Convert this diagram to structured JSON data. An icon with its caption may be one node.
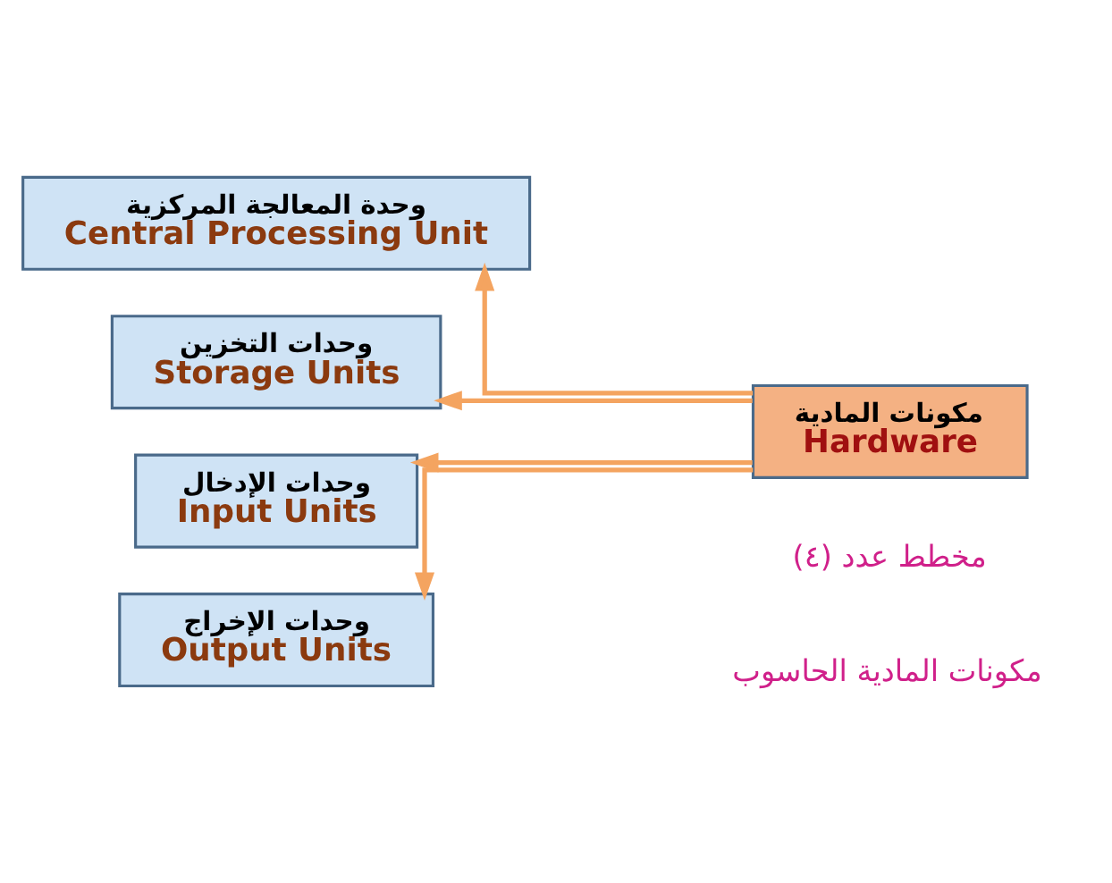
{
  "diagram": {
    "nodes": [
      {
        "text": [
          "وحدة المعالجة المركزية",
          "Central Processing Unit"
        ]
      },
      {
        "text": [
          "وحدات التخزين",
          "Storage Units"
        ]
      },
      {
        "text": [
          "وحدات الإدخال",
          "Input Units"
        ]
      },
      {
        "text": [
          "وحدات الإخراج",
          "Output Units"
        ]
      },
      {
        "text": [
          "مكونات المادية",
          "Hardware"
        ]
      }
    ],
    "edges": [
      {
        "from": 4,
        "to": 0,
        "arrow": "to"
      },
      {
        "from": 4,
        "to": 1,
        "arrow": "to"
      },
      {
        "from": 4,
        "to": 2,
        "arrow": "to"
      },
      {
        "from": 4,
        "to": 3,
        "arrow": "to"
      }
    ],
    "labels": [
      "مخطط عدد (٤)",
      "مكونات المادية الحاسوب"
    ]
  }
}
